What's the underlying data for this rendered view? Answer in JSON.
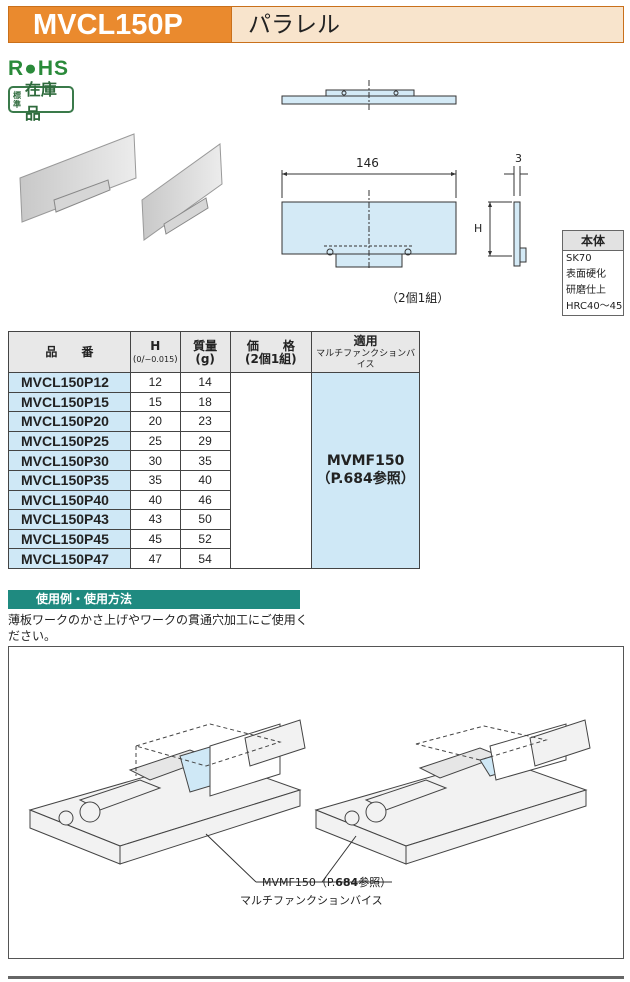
{
  "header": {
    "model": "MVCL150P",
    "name": "パラレル"
  },
  "badges": {
    "rohs": "R●HS",
    "stock_small": "標準",
    "stock_big": "在庫品"
  },
  "drawing": {
    "width": "146",
    "thickness": "3",
    "height_label": "H",
    "set_note": "（2個1組）"
  },
  "material": {
    "title": "本体",
    "lines": [
      "SK70",
      "表面硬化",
      "研磨仕上",
      "HRC40～45"
    ]
  },
  "table": {
    "headers": {
      "model": "品　　番",
      "h": "H",
      "h_tol_top": "0",
      "h_tol_bottom": "−0.015",
      "mass": "質量",
      "mass_unit": "(g)",
      "price": "価　　格",
      "price_sub": "(2個1組)",
      "applic": "適用",
      "applic_sub": "マルチファンクションバイス"
    },
    "rows": [
      {
        "model": "MVCL150P12",
        "h": "12",
        "mass": "14"
      },
      {
        "model": "MVCL150P15",
        "h": "15",
        "mass": "18"
      },
      {
        "model": "MVCL150P20",
        "h": "20",
        "mass": "23"
      },
      {
        "model": "MVCL150P25",
        "h": "25",
        "mass": "29"
      },
      {
        "model": "MVCL150P30",
        "h": "30",
        "mass": "35"
      },
      {
        "model": "MVCL150P35",
        "h": "35",
        "mass": "40"
      },
      {
        "model": "MVCL150P40",
        "h": "40",
        "mass": "46"
      },
      {
        "model": "MVCL150P43",
        "h": "43",
        "mass": "50"
      },
      {
        "model": "MVCL150P45",
        "h": "45",
        "mass": "52"
      },
      {
        "model": "MVCL150P47",
        "h": "47",
        "mass": "54"
      }
    ],
    "applic_line1": "MVMF150",
    "applic_line2": "（P.684参照）"
  },
  "usage": {
    "title": "使用例・使用方法",
    "text": "薄板ワークのかさ上げやワークの貫通穴加工にご使用ください。",
    "callout_main": "MVMF150（P.",
    "callout_page": "684",
    "callout_end": "参照）",
    "callout_sub": "マルチファンクションバイス"
  }
}
